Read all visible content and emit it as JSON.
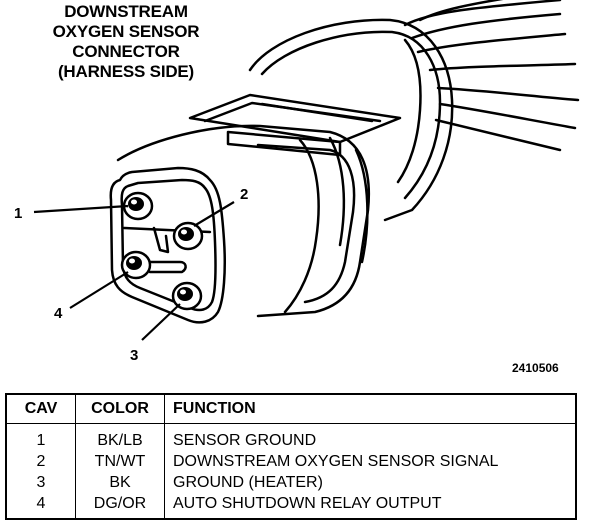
{
  "title_lines": [
    "DOWNSTREAM",
    "OXYGEN SENSOR",
    "CONNECTOR",
    "(HARNESS SIDE)"
  ],
  "callouts": [
    "1",
    "2",
    "3",
    "4"
  ],
  "figure_number": "2410506",
  "table": {
    "headers": [
      "CAV",
      "COLOR",
      "FUNCTION"
    ],
    "rows": [
      [
        "1",
        "BK/LB",
        "SENSOR GROUND"
      ],
      [
        "2",
        "TN/WT",
        "DOWNSTREAM OXYGEN SENSOR SIGNAL"
      ],
      [
        "3",
        "BK",
        "GROUND (HEATER)"
      ],
      [
        "4",
        "DG/OR",
        "AUTO SHUTDOWN RELAY OUTPUT"
      ]
    ]
  }
}
